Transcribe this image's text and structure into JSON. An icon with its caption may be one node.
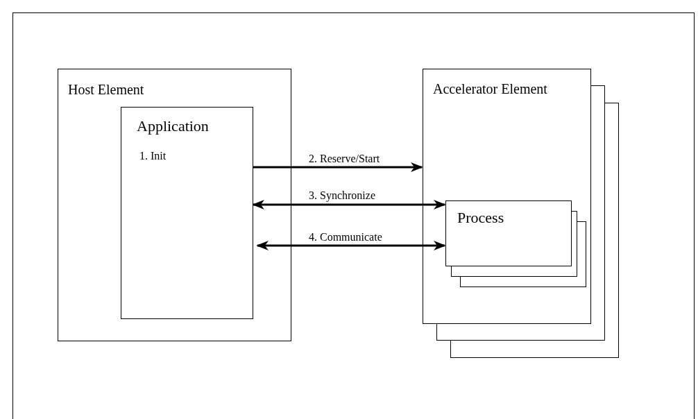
{
  "diagram": {
    "nodes": [
      {
        "text": [
          "Host Element"
        ]
      },
      {
        "text": [
          "Application",
          "1. Init"
        ],
        "in": 0
      },
      {
        "text": [
          "Accelerator Element"
        ]
      },
      {
        "text": [
          "Process"
        ],
        "in": 2
      }
    ],
    "edges": [
      {
        "from": 1,
        "to": 2,
        "arrow": "to",
        "label": "2. Reserve/Start"
      },
      {
        "from": 1,
        "to": 3,
        "arrow": "both",
        "label": "3. Synchronize"
      },
      {
        "from": 1,
        "to": 3,
        "arrow": "both",
        "label": "4. Communicate"
      }
    ]
  }
}
